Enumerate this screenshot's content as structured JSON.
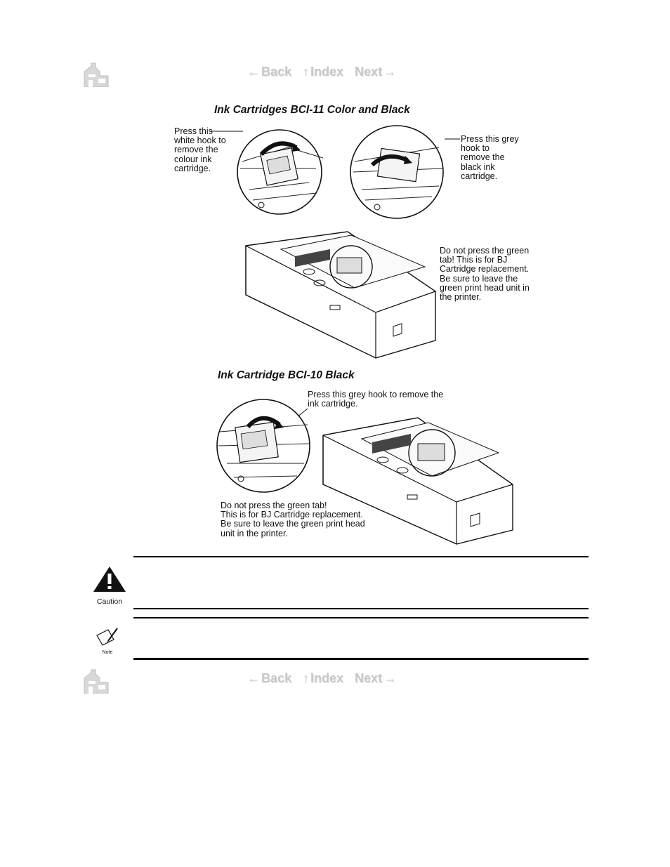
{
  "nav": {
    "back_label": "Back",
    "index_label": "Index",
    "next_label": "Next"
  },
  "section1": {
    "title": "Ink Cartridges BCI-11 Color and Black",
    "callout_white_hook": "Press this\nwhite hook to\nremove the\ncolour ink\ncartridge.",
    "callout_grey_hook": "Press this grey\nhook to\nremove the\nblack ink\ncartridge.",
    "callout_green_tab": "Do not press the green\ntab!  This is for BJ\nCartridge replacement.\nBe sure to leave the\ngreen print head unit in\nthe printer."
  },
  "section2": {
    "title": "Ink Cartridge BCI-10 Black",
    "callout_grey_hook": "Press this grey hook to remove the\nink cartridge.",
    "callout_green_tab": "Do not press the green tab!\nThis is for BJ Cartridge replacement.\nBe sure to leave the green print head\nunit in the printer."
  },
  "caution": {
    "label": "Caution"
  },
  "note": {
    "label": "Note"
  },
  "icons": {
    "home": "home-icon",
    "back": "arrow-left-icon",
    "index": "arrow-up-icon",
    "next": "arrow-right-icon",
    "caution": "warning-triangle-icon",
    "note": "note-pencil-icon"
  }
}
